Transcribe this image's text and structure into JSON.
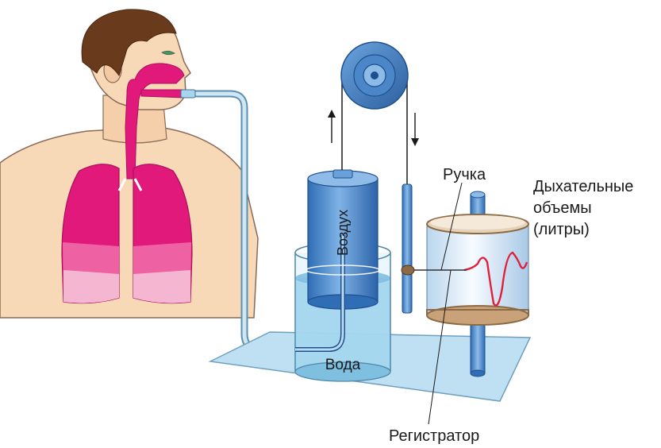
{
  "labels": {
    "air": "Воздух",
    "water": "Вода",
    "pen": "Ручка",
    "volumes_line1": "Дыхательные",
    "volumes_line2": "объемы",
    "volumes_line3": "(литры)",
    "recorder": "Регистратор"
  },
  "colors": {
    "skin": "#f7d9b8",
    "skin_outline": "#8a6a55",
    "hair": "#6a3a1c",
    "lungs": "#e0197a",
    "airway": "#e0197a",
    "tube": "#8fbfd8",
    "cylinder": "#4a86c8",
    "water": "#9cd2ec",
    "platform": "#bfe0f3",
    "drum": "#e8f3fb",
    "drum_rim": "#c9a27a",
    "trace": "#e0203a"
  }
}
